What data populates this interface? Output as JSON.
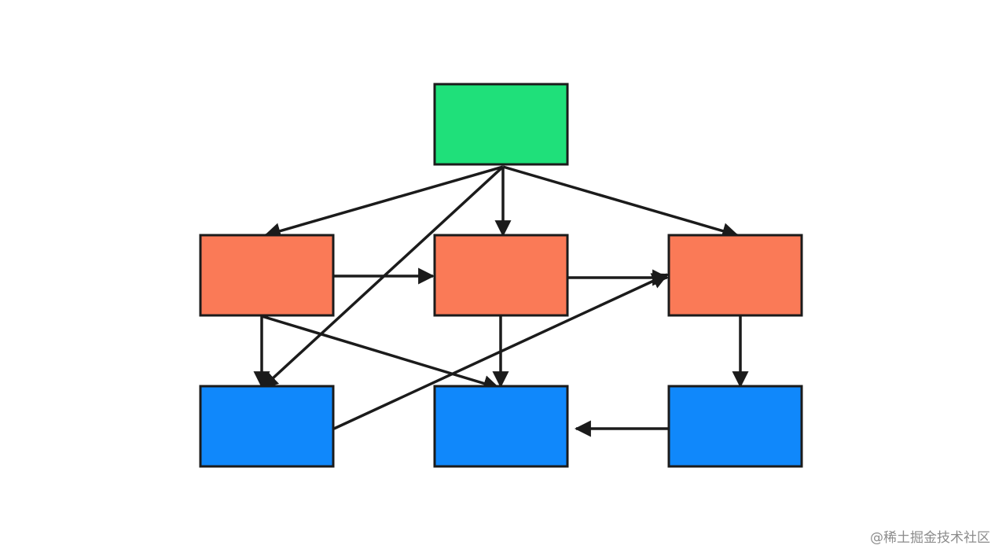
{
  "diagram": {
    "colors": {
      "root": "#1fe07a",
      "middle": "#fa7a57",
      "bottom": "#1088fb",
      "stroke": "#1b1b1b",
      "background": "#ffffff"
    },
    "nodes": [
      {
        "id": "root",
        "role": "root",
        "row": 0,
        "col": 1
      },
      {
        "id": "middle-left",
        "role": "middle",
        "row": 1,
        "col": 0
      },
      {
        "id": "middle-center",
        "role": "middle",
        "row": 1,
        "col": 1
      },
      {
        "id": "middle-right",
        "role": "middle",
        "row": 1,
        "col": 2
      },
      {
        "id": "bottom-left",
        "role": "bottom",
        "row": 2,
        "col": 0
      },
      {
        "id": "bottom-center",
        "role": "bottom",
        "row": 2,
        "col": 1
      },
      {
        "id": "bottom-right",
        "role": "bottom",
        "row": 2,
        "col": 2
      }
    ],
    "edges": [
      {
        "from": "root",
        "to": "middle-left"
      },
      {
        "from": "root",
        "to": "middle-center"
      },
      {
        "from": "root",
        "to": "middle-right"
      },
      {
        "from": "root",
        "to": "bottom-left"
      },
      {
        "from": "middle-left",
        "to": "middle-center"
      },
      {
        "from": "middle-center",
        "to": "middle-right"
      },
      {
        "from": "middle-left",
        "to": "bottom-left"
      },
      {
        "from": "middle-left",
        "to": "bottom-center"
      },
      {
        "from": "middle-center",
        "to": "bottom-center"
      },
      {
        "from": "middle-right",
        "to": "bottom-right"
      },
      {
        "from": "bottom-left",
        "to": "middle-right"
      },
      {
        "from": "bottom-right",
        "to": "bottom-center"
      }
    ]
  },
  "watermark": {
    "text": "@稀土掘金技术社区"
  }
}
